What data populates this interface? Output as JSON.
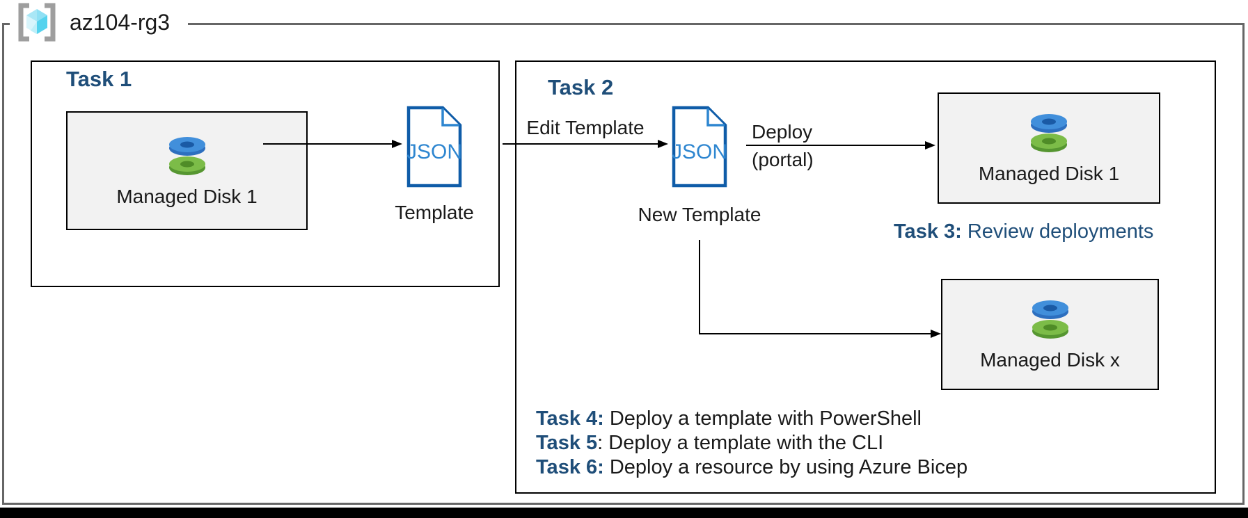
{
  "resource_group": {
    "name": "az104-rg3"
  },
  "task1": {
    "title": "Task 1",
    "managed_disk_box": {
      "label": "Managed Disk 1"
    },
    "template_doc": {
      "badge": "JSON",
      "label": "Template"
    }
  },
  "task2": {
    "title": "Task 2",
    "edit_arrow_label": "Edit Template",
    "new_template_doc": {
      "badge": "JSON",
      "label": "New Template"
    },
    "deploy_arrow_label": {
      "line1": "Deploy",
      "line2": "(portal)"
    },
    "managed_disk_1_box": {
      "label": "Managed Disk 1"
    },
    "task3_note": {
      "bold": "Task 3:",
      "rest": " Review deployments"
    },
    "managed_disk_x_box": {
      "label": "Managed Disk x"
    },
    "task_list": [
      {
        "bold": "Task 4:",
        "rest": " Deploy a template with PowerShell"
      },
      {
        "bold": "Task 5",
        "rest": ": Deploy a template with the CLI"
      },
      {
        "bold": "Task 6:",
        "rest": " Deploy a resource by using Azure Bicep"
      }
    ]
  },
  "colors": {
    "task_title_blue": "#1F4E79",
    "json_doc_outline": "#0F5CA8",
    "json_doc_text": "#2E86D0",
    "disk_top_blue": "#418FDB",
    "disk_bottom_green": "#7CBC48",
    "cube_cyan": "#55D3EE",
    "bracket_gray": "#9E9E9E",
    "outer_border_gray": "#666666",
    "disk_box_fill": "#F2F2F2"
  }
}
